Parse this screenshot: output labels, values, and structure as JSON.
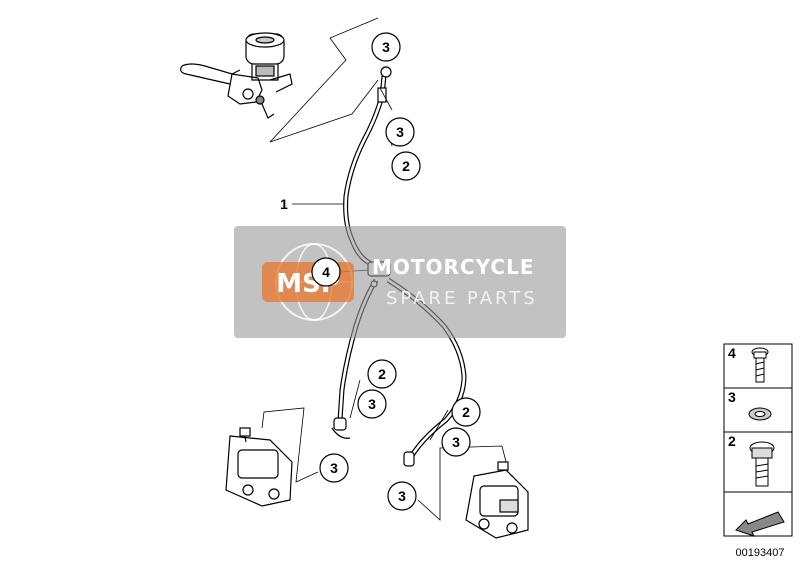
{
  "diagram": {
    "reference_number": "00193407",
    "callouts": [
      "3",
      "3",
      "2",
      "1",
      "4",
      "2",
      "3",
      "3",
      "2",
      "3",
      "3"
    ],
    "legend": [
      {
        "number": "4",
        "icon": "bolt-icon"
      },
      {
        "number": "3",
        "icon": "washer-icon"
      },
      {
        "number": "2",
        "icon": "banjo-bolt-icon"
      }
    ],
    "legend_arrow_icon": "direction-arrow-icon"
  },
  "watermark": {
    "logo": "MSP",
    "title": "MOTORCYCLE",
    "subtitle": "SPARE PARTS",
    "badge_color": "#e8742a",
    "panel_color": "#9a9a9a"
  }
}
